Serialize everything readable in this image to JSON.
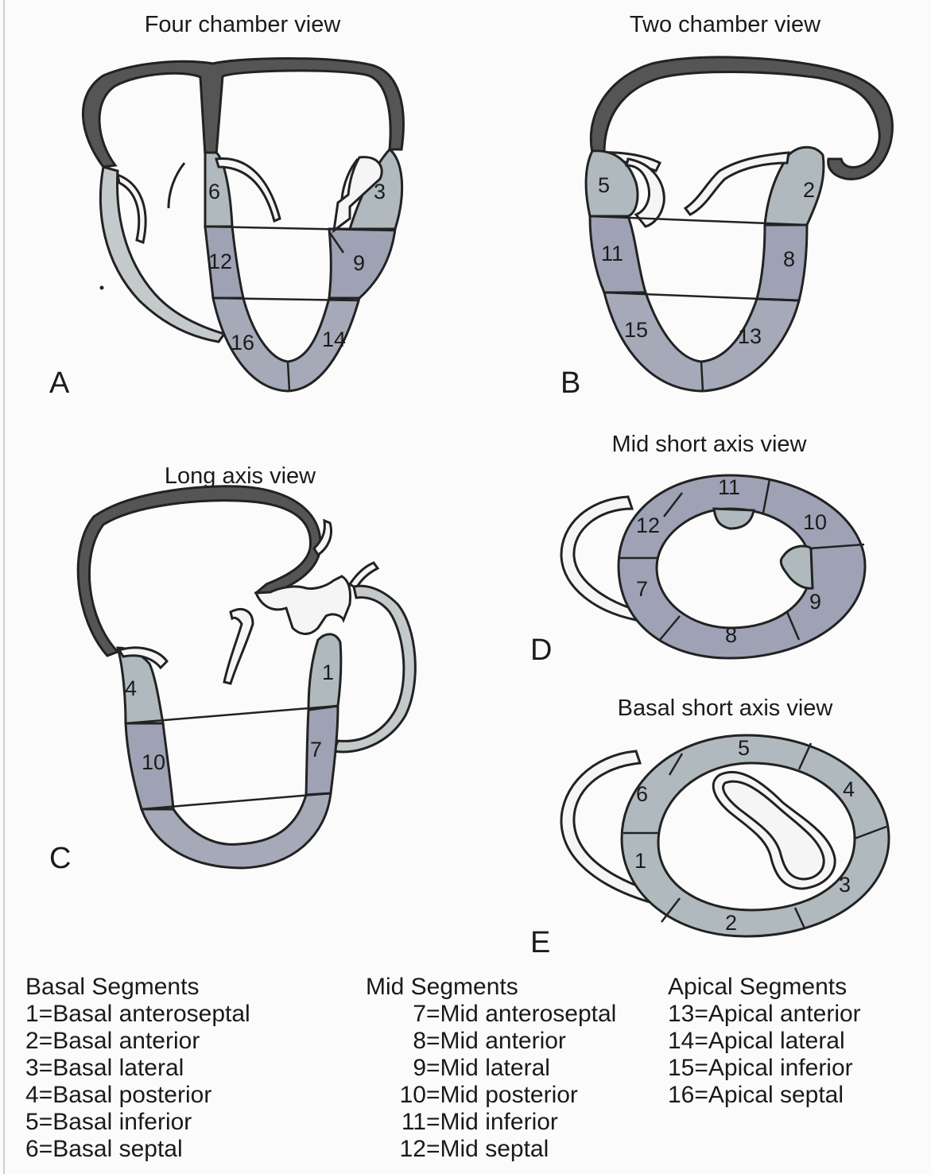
{
  "views": {
    "a": {
      "title": "Four chamber view",
      "label": "A"
    },
    "b": {
      "title": "Two chamber view",
      "label": "B"
    },
    "c": {
      "title": "Long axis view",
      "label": "C"
    },
    "d": {
      "title": "Mid short axis view",
      "label": "D"
    },
    "e": {
      "title": "Basal short axis view",
      "label": "E"
    }
  },
  "segments": {
    "a": [
      "6",
      "3",
      "12",
      "9",
      "16",
      "14"
    ],
    "b": [
      "5",
      "2",
      "11",
      "8",
      "15",
      "13"
    ],
    "c": [
      "4",
      "1",
      "10",
      "7"
    ],
    "d": [
      "11",
      "10",
      "12",
      "7",
      "9",
      "8"
    ],
    "e": [
      "5",
      "4",
      "6",
      "1",
      "3",
      "2"
    ]
  },
  "legend": {
    "basal": {
      "heading": "Basal Segments",
      "items": [
        {
          "num": "1",
          "sep": "=",
          "text": "Basal anteroseptal"
        },
        {
          "num": "2",
          "sep": "=",
          "text": "Basal anterior"
        },
        {
          "num": "3",
          "sep": "=",
          "text": "Basal lateral"
        },
        {
          "num": "4",
          "sep": "=",
          "text": "Basal posterior"
        },
        {
          "num": "5",
          "sep": "=",
          "text": "Basal inferior"
        },
        {
          "num": "6",
          "sep": "=",
          "text": "Basal septal"
        }
      ]
    },
    "mid": {
      "heading": "Mid Segments",
      "items": [
        {
          "num": "7",
          "sep": "=",
          "text": "Mid anteroseptal"
        },
        {
          "num": "8",
          "sep": "=",
          "text": "Mid anterior"
        },
        {
          "num": "9",
          "sep": "=",
          "text": "Mid lateral"
        },
        {
          "num": "10",
          "sep": "=",
          "text": "Mid posterior"
        },
        {
          "num": "11",
          "sep": "=",
          "text": "Mid inferior"
        },
        {
          "num": "12",
          "sep": "=",
          "text": "Mid septal"
        }
      ]
    },
    "apical": {
      "heading": "Apical Segments",
      "items": [
        {
          "num": "13",
          "sep": "=",
          "text": "Apical anterior"
        },
        {
          "num": "14",
          "sep": "=",
          "text": "Apical lateral"
        },
        {
          "num": "15",
          "sep": "=",
          "text": "Apical inferior"
        },
        {
          "num": "16",
          "sep": "=",
          "text": "Apical septal"
        }
      ]
    }
  },
  "colors": {
    "basal_wall": "#b0b9bd",
    "mid_wall": "#9ea2b4",
    "apical_wall": "#a5a9b8",
    "atrial_wall": "#555555"
  }
}
